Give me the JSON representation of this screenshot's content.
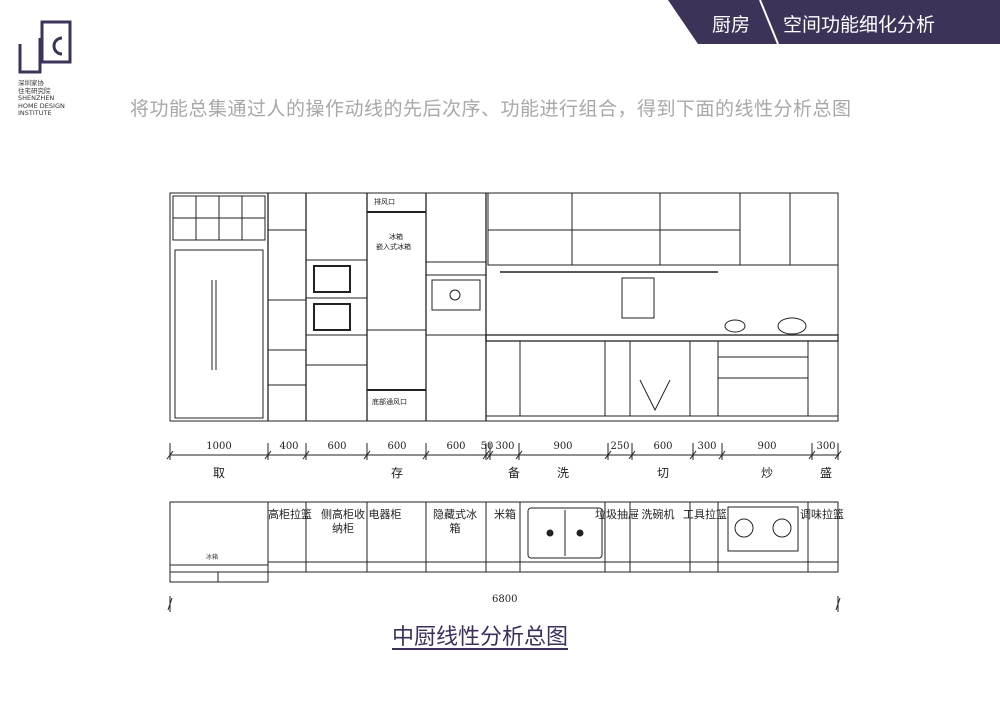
{
  "header": {
    "section": "厨房",
    "title": "空间功能细化分析",
    "bg_color": "#3d3358"
  },
  "logo": {
    "lines": [
      "深圳家协",
      "住宅研究院",
      "SHENZHEN",
      "HOME DESIGN",
      "INSTITUTE"
    ]
  },
  "subtitle": "将功能总集通过人的操作动线的先后次序、功能进行组合，得到下面的线性分析总图",
  "elevation": {
    "labels": {
      "vent_top": "排风口",
      "fridge": "冰箱",
      "fridge_type": "嵌入式冰箱",
      "vent_bottom": "底部通风口"
    }
  },
  "dimensions": [
    "1000",
    "400",
    "600",
    "600",
    "600",
    "50",
    "300",
    "900",
    "250",
    "600",
    "300",
    "900",
    "300"
  ],
  "stages": [
    "取",
    "存",
    "备",
    "洗",
    "切",
    "炒",
    "盛"
  ],
  "plan": {
    "fridge_label": "冰箱",
    "cabinets": [
      "高柜拉篮",
      "侧高柜收纳柜",
      "电器柜",
      "隐藏式冰箱",
      "米箱",
      "垃圾抽屉",
      "洗碗机",
      "工具拉篮",
      "调味拉篮"
    ],
    "total_length": "6800"
  },
  "title": "中厨线性分析总图"
}
